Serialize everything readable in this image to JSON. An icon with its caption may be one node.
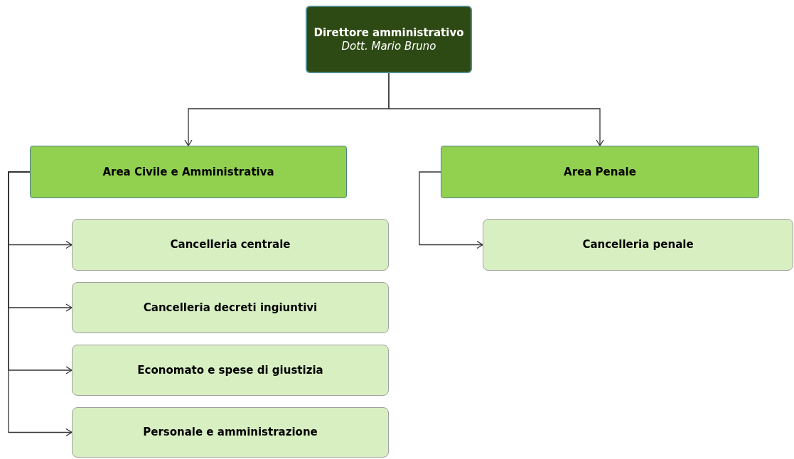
{
  "diagram": {
    "nodes": [
      {
        "text": [
          "Direttore amministrativo",
          "Dott. Mario Bruno"
        ]
      },
      {
        "text": [
          "Area Civile e Amministrativa"
        ]
      },
      {
        "text": [
          "Area Penale"
        ]
      },
      {
        "text": [
          "Cancelleria centrale"
        ]
      },
      {
        "text": [
          "Cancelleria decreti ingiuntivi"
        ]
      },
      {
        "text": [
          "Economato e spese di giustizia"
        ]
      },
      {
        "text": [
          "Personale e amministrazione"
        ]
      },
      {
        "text": [
          "Cancelleria penale"
        ]
      }
    ],
    "edges": [
      {
        "from": 0,
        "to": 1,
        "arrow": "to"
      },
      {
        "from": 0,
        "to": 2,
        "arrow": "to"
      },
      {
        "from": 1,
        "to": 3,
        "arrow": "to"
      },
      {
        "from": 1,
        "to": 4,
        "arrow": "to"
      },
      {
        "from": 1,
        "to": 5,
        "arrow": "to"
      },
      {
        "from": 1,
        "to": 6,
        "arrow": "to"
      },
      {
        "from": 2,
        "to": 7,
        "arrow": "to"
      }
    ]
  }
}
